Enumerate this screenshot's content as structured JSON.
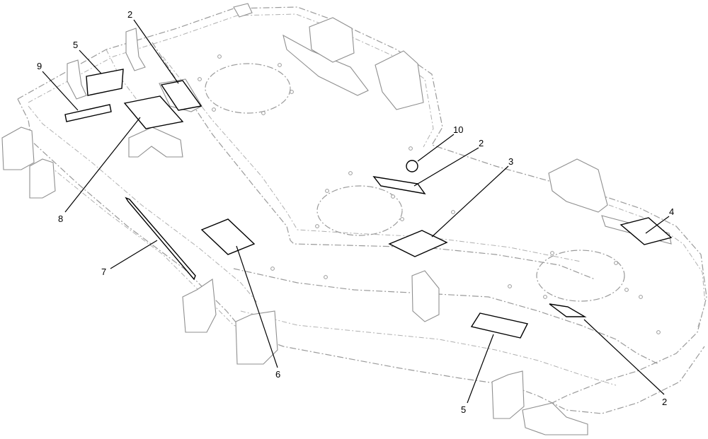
{
  "callouts": [
    {
      "id": "c-2a",
      "label": "2"
    },
    {
      "id": "c-5a",
      "label": "5"
    },
    {
      "id": "c-9",
      "label": "9"
    },
    {
      "id": "c-8",
      "label": "8"
    },
    {
      "id": "c-7",
      "label": "7"
    },
    {
      "id": "c-6",
      "label": "6"
    },
    {
      "id": "c-10",
      "label": "10"
    },
    {
      "id": "c-2b",
      "label": "2"
    },
    {
      "id": "c-3",
      "label": "3"
    },
    {
      "id": "c-4",
      "label": "4"
    },
    {
      "id": "c-5b",
      "label": "5"
    },
    {
      "id": "c-2c",
      "label": "2"
    }
  ]
}
